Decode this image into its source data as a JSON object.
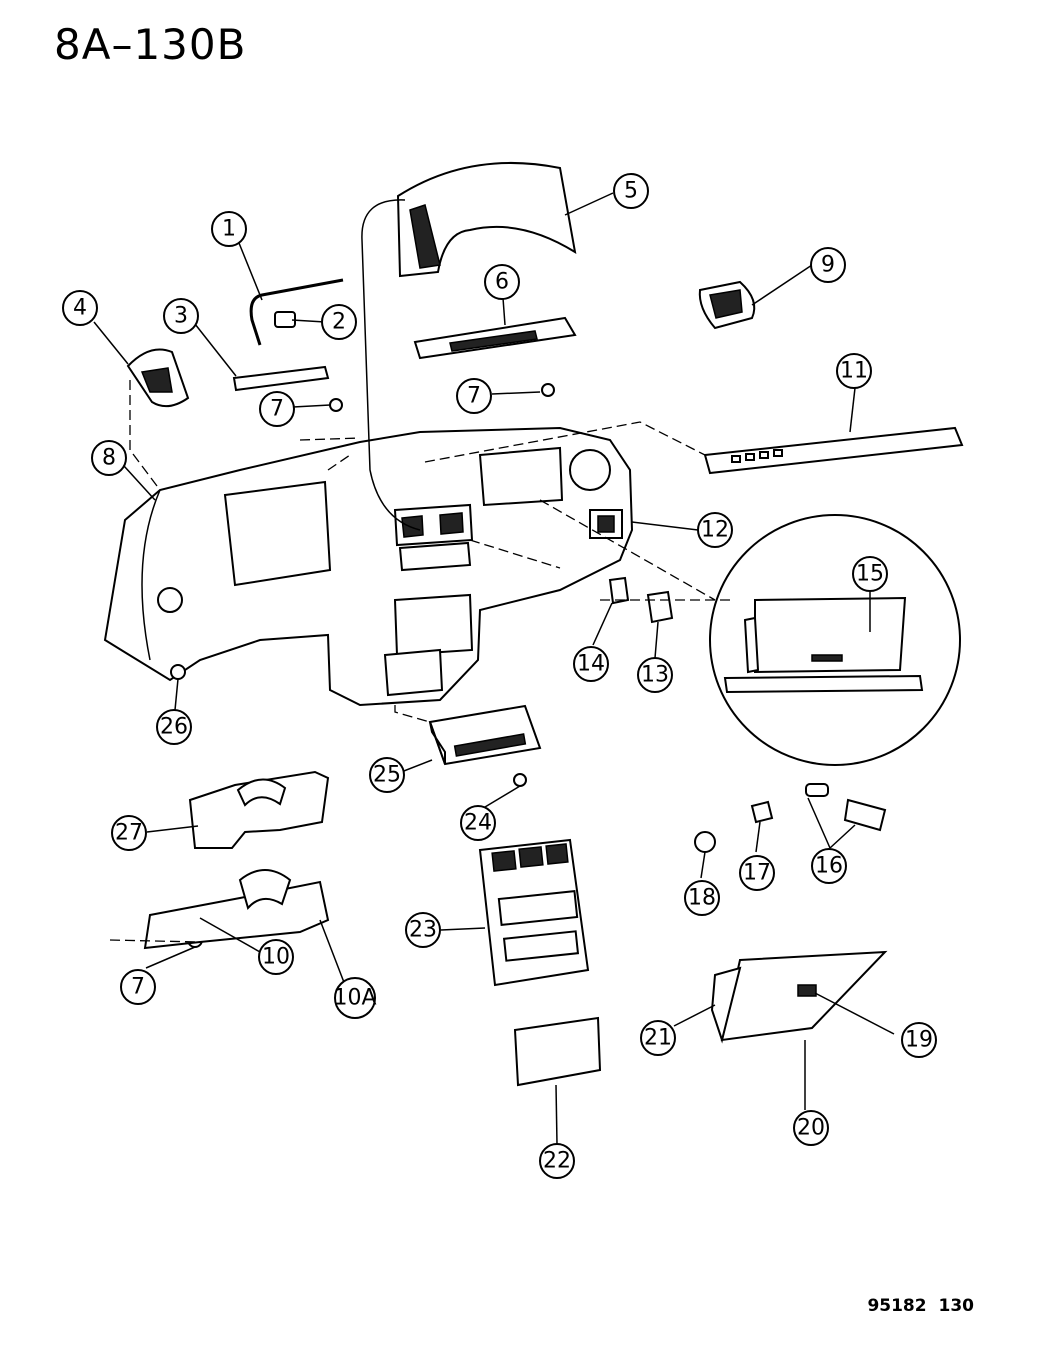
{
  "page": {
    "title": "8A–130B",
    "figure_code": "95182 130"
  },
  "callouts": [
    "1",
    "2",
    "3",
    "4",
    "5",
    "6",
    "7",
    "8",
    "9",
    "10",
    "10A",
    "11",
    "12",
    "13",
    "14",
    "15",
    "16",
    "17",
    "18",
    "19",
    "20",
    "21",
    "22",
    "23",
    "24",
    "25",
    "26",
    "27"
  ],
  "colors": {
    "line": "#000000",
    "background": "#ffffff"
  }
}
